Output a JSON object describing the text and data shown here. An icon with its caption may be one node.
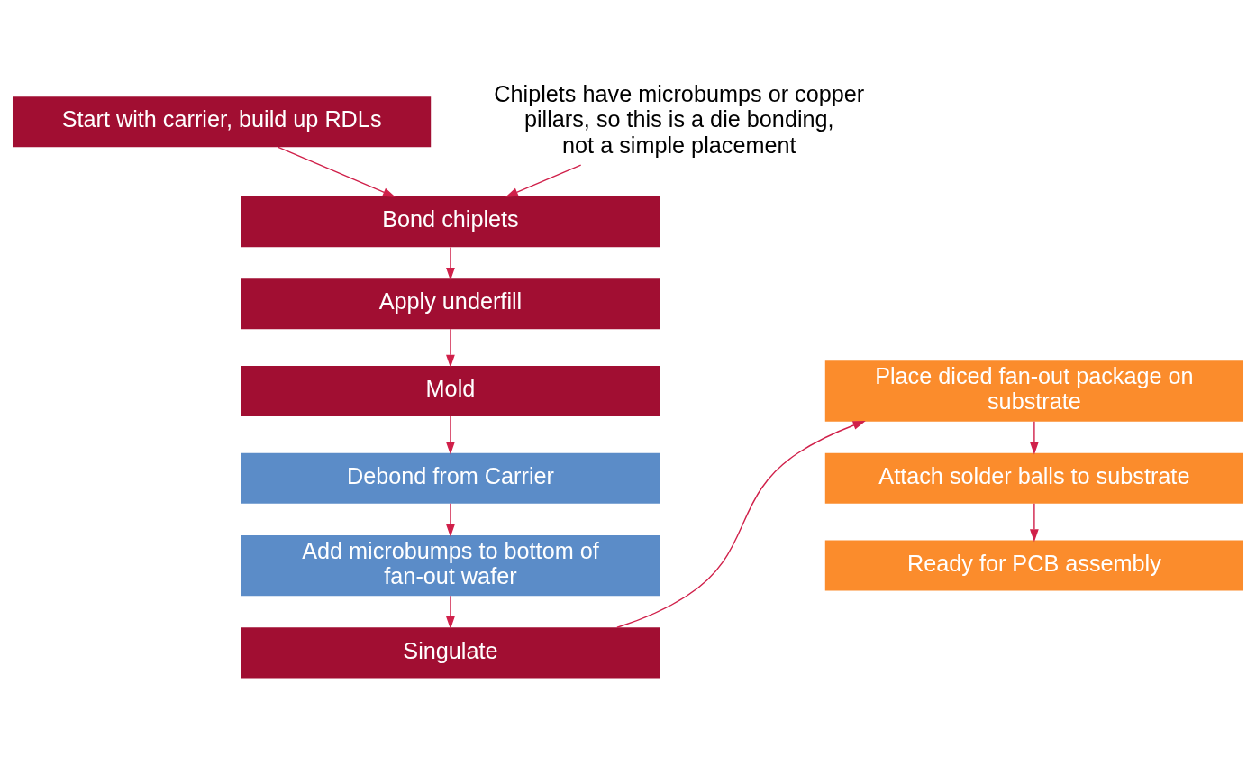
{
  "diagram": {
    "nodes": [
      {
        "text": [
          "Start with carrier, build up RDLs"
        ]
      },
      {
        "text": [
          "Bond chiplets"
        ]
      },
      {
        "text": [
          "Apply underfill"
        ]
      },
      {
        "text": [
          "Mold"
        ]
      },
      {
        "text": [
          "Debond from Carrier"
        ]
      },
      {
        "text": [
          "Add microbumps to bottom of fan-out wafer"
        ]
      },
      {
        "text": [
          "Singulate"
        ]
      },
      {
        "text": [
          "Place diced fan-out package on substrate"
        ]
      },
      {
        "text": [
          "Attach solder balls to substrate"
        ]
      },
      {
        "text": [
          "Ready for PCB assembly"
        ]
      },
      {
        "text": [
          "Chiplets have microbumps or copper pillars, so this is a die bonding, not a simple placement"
        ]
      }
    ],
    "edges": [
      {
        "from": 0,
        "to": 1,
        "arrow": "to"
      },
      {
        "from": 1,
        "to": 2,
        "arrow": "to"
      },
      {
        "from": 2,
        "to": 3,
        "arrow": "to"
      },
      {
        "from": 3,
        "to": 4,
        "arrow": "to"
      },
      {
        "from": 4,
        "to": 5,
        "arrow": "to"
      },
      {
        "from": 5,
        "to": 6,
        "arrow": "to"
      },
      {
        "from": 6,
        "to": 7,
        "arrow": "to"
      },
      {
        "from": 7,
        "to": 8,
        "arrow": "to"
      },
      {
        "from": 8,
        "to": 9,
        "arrow": "to"
      },
      {
        "from": 10,
        "to": 1,
        "arrow": "to"
      }
    ]
  }
}
